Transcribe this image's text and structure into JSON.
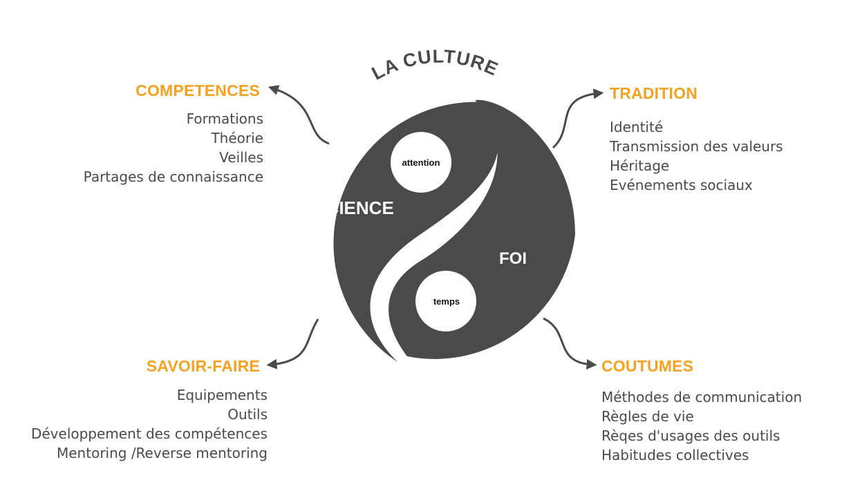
{
  "title": "LA CULTURE",
  "yin_yang": {
    "left_label": "SCIENCE",
    "right_label": "FOI",
    "top_dot": "attention",
    "bottom_dot": "temps"
  },
  "quadrants": {
    "competences": {
      "heading": "COMPETENCES",
      "items": [
        "Formations",
        "Théorie",
        "Veilles",
        "Partages de connaissance"
      ]
    },
    "tradition": {
      "heading": "TRADITION",
      "items": [
        "Identité",
        "Transmission des valeurs",
        "Héritage",
        "Evénements sociaux"
      ]
    },
    "savoir_faire": {
      "heading": "SAVOIR-FAIRE",
      "items": [
        "Equipements",
        "Outils",
        "Développement des compétences",
        "Mentoring /Reverse mentoring"
      ]
    },
    "coutumes": {
      "heading": "COUTUMES",
      "items": [
        "Méthodes de communication",
        "Règles de vie",
        "Rèqes d'usages des outils",
        "Habitudes collectives"
      ]
    }
  },
  "colors": {
    "symbol": "#4a4a4a",
    "accent": "#f4a21f",
    "text": "#4a4a4a"
  }
}
